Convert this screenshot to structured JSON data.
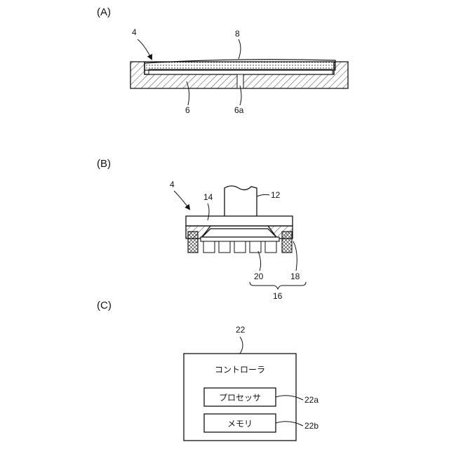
{
  "panels": {
    "a": {
      "panel_label": "(A)",
      "ref_4": "4",
      "ref_8": "8",
      "ref_6": "6",
      "ref_6a": "6a"
    },
    "b": {
      "panel_label": "(B)",
      "ref_4": "4",
      "ref_14": "14",
      "ref_12": "12",
      "ref_20": "20",
      "ref_18": "18",
      "ref_16": "16"
    },
    "c": {
      "panel_label": "(C)",
      "ref_22": "22",
      "controller_label": "コントローラ",
      "processor_label": "プロセッサ",
      "ref_22a": "22a",
      "memory_label": "メモリ",
      "ref_22b": "22b"
    }
  },
  "colors": {
    "line": "#111111",
    "background": "#ffffff"
  }
}
